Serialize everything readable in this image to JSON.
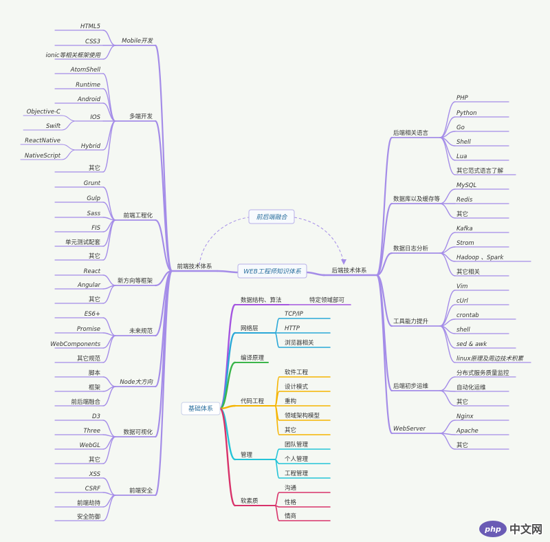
{
  "central": "WEB工程师知识体系",
  "fusion": "前后端融合",
  "foundation_title": "基础体系",
  "colors": {
    "purple": "#a48ce8",
    "foundation": [
      "#a455e0",
      "#2aa8d8",
      "#3bb54a",
      "#f5b400",
      "#24c4d8",
      "#24c4d8",
      "#d8326a"
    ]
  },
  "left": {
    "title": "前端技术体系",
    "groups": [
      {
        "label": "Mobile开发",
        "children": [
          {
            "label": "HTML5"
          },
          {
            "label": "CSS3"
          },
          {
            "label": "ionic等相关框架使用"
          }
        ]
      },
      {
        "label": "多端开发",
        "children": [
          {
            "label": "AtomShell"
          },
          {
            "label": "Runtime"
          },
          {
            "label": "Android"
          },
          {
            "label": "IOS",
            "children": [
              "Objective-C",
              "Swift"
            ]
          },
          {
            "label": "Hybrid",
            "children": [
              "ReactNative",
              "NativeScript"
            ]
          },
          {
            "label": "其它"
          }
        ]
      },
      {
        "label": "前端工程化",
        "children": [
          {
            "label": "Grunt"
          },
          {
            "label": "Gulp"
          },
          {
            "label": "Sass"
          },
          {
            "label": "FIS"
          },
          {
            "label": "单元测试配套"
          },
          {
            "label": "其它"
          }
        ]
      },
      {
        "label": "新方向等框架",
        "children": [
          {
            "label": "React"
          },
          {
            "label": "Angular"
          },
          {
            "label": "其它"
          }
        ]
      },
      {
        "label": "未来规范",
        "children": [
          {
            "label": "ES6+"
          },
          {
            "label": "Promise"
          },
          {
            "label": "WebComponents"
          },
          {
            "label": "其它规范"
          }
        ]
      },
      {
        "label": "Node大方向",
        "children": [
          {
            "label": "脚本"
          },
          {
            "label": "框架"
          },
          {
            "label": "前后端融合"
          }
        ]
      },
      {
        "label": "数据可视化",
        "children": [
          {
            "label": "D3"
          },
          {
            "label": "Three"
          },
          {
            "label": "WebGL"
          },
          {
            "label": "其它"
          }
        ]
      },
      {
        "label": "前端安全",
        "children": [
          {
            "label": "XSS"
          },
          {
            "label": "CSRF"
          },
          {
            "label": "前端劫持"
          },
          {
            "label": "安全防御"
          }
        ]
      }
    ]
  },
  "right": {
    "title": "后端技术体系",
    "groups": [
      {
        "label": "后端相关语言",
        "children": [
          "PHP",
          "Python",
          "Go",
          "Shell",
          "Lua",
          "其它范式语言了解"
        ]
      },
      {
        "label": "数据库以及缓存等",
        "children": [
          "MySQL",
          "Redis",
          "其它"
        ]
      },
      {
        "label": "数据日志分析",
        "children": [
          "Kafka",
          "Strom",
          "Hadoop 、Spark",
          "其它相关"
        ]
      },
      {
        "label": "工具能力提升",
        "children": [
          "Vim",
          "cUrl",
          "crontab",
          "shell",
          "sed & awk",
          "linux原理及周边技术积累"
        ]
      },
      {
        "label": "后端初步运维",
        "children": [
          "分布式服务质量监控",
          "自动化运维",
          "其它"
        ]
      },
      {
        "label": "WebServer",
        "children": [
          "Nginx",
          "Apache",
          "其它"
        ]
      }
    ]
  },
  "foundation": [
    {
      "label": "数据结构、算法",
      "children": [
        "特定领域部可"
      ]
    },
    {
      "label": "网络层",
      "children": [
        "TCP/IP",
        "HTTP",
        "浏览器相关"
      ]
    },
    {
      "label": "编译原理",
      "children": []
    },
    {
      "label": "代码工程",
      "children": [
        "软件工程",
        "设计模式",
        "重构",
        "领域架构模型",
        "其它"
      ]
    },
    {
      "label": "管理",
      "children": [
        "团队管理",
        "个人管理",
        "工程管理"
      ]
    },
    {
      "label": "软素质",
      "children": [
        "沟通",
        "性格",
        "情商"
      ]
    }
  ],
  "watermark": {
    "badge": "php",
    "text": "中文网"
  }
}
